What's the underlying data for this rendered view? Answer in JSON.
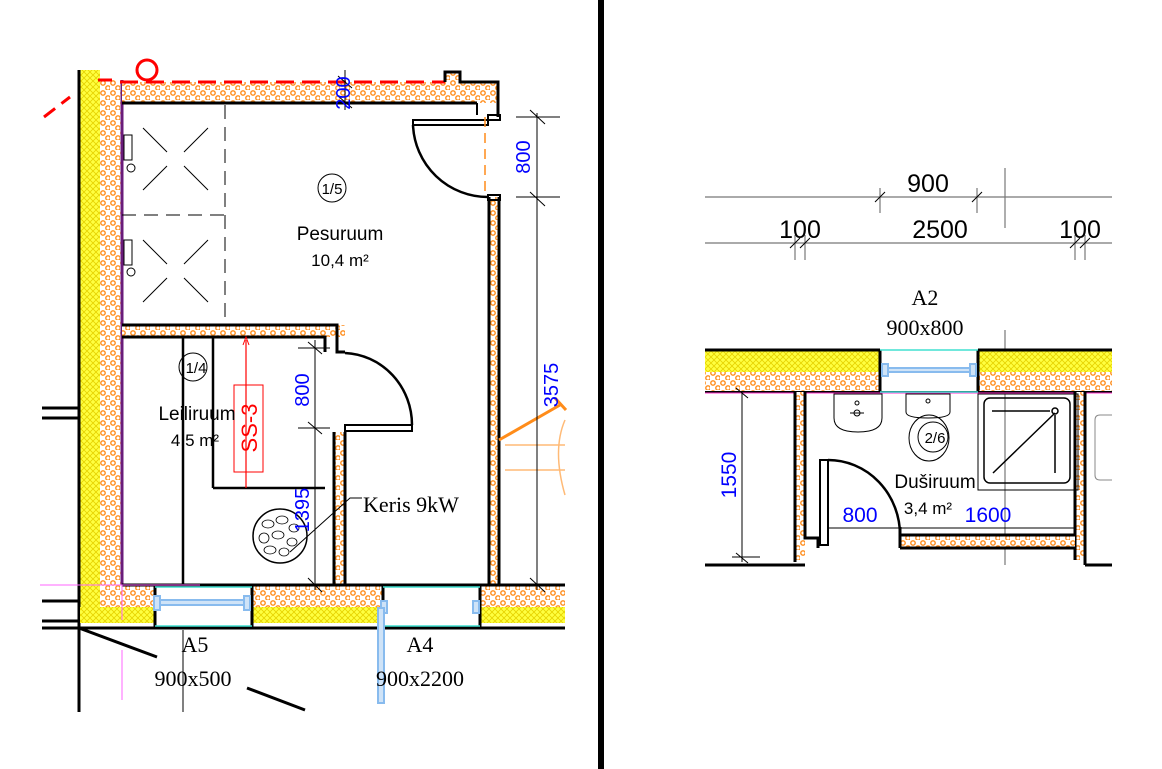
{
  "left_plan": {
    "rooms": [
      {
        "number": "1/5",
        "name": "Pesuruum",
        "area": "10,4 m²"
      },
      {
        "number": "1/4",
        "name": "Leiliruum",
        "area": "4,5 m²"
      }
    ],
    "dimensions": {
      "top_wall": "200",
      "door_right": "800",
      "right_total": "3575",
      "door_inner": "800",
      "inner_depth": "1395"
    },
    "ventilation_label": "SS-3",
    "heater_label": "Keris 9kW",
    "windows": [
      {
        "id": "A5",
        "size": "900x500"
      },
      {
        "id": "A4",
        "size": "900x2200"
      }
    ]
  },
  "right_plan": {
    "room": {
      "number": "2/6",
      "name": "Duširuum",
      "area": "3,4 m²"
    },
    "dimensions": {
      "top": "900",
      "left_offset": "100",
      "middle": "2500",
      "right_offset": "100",
      "height": "1550",
      "door": "800",
      "width": "1600"
    },
    "window": {
      "id": "A2",
      "size": "900x800"
    }
  },
  "colors": {
    "dimension_text": "#0000ff",
    "insulation": "#ffff33",
    "masonry": "#ff8c1a",
    "annotation": "#ff0000",
    "window": "#88bbee"
  }
}
